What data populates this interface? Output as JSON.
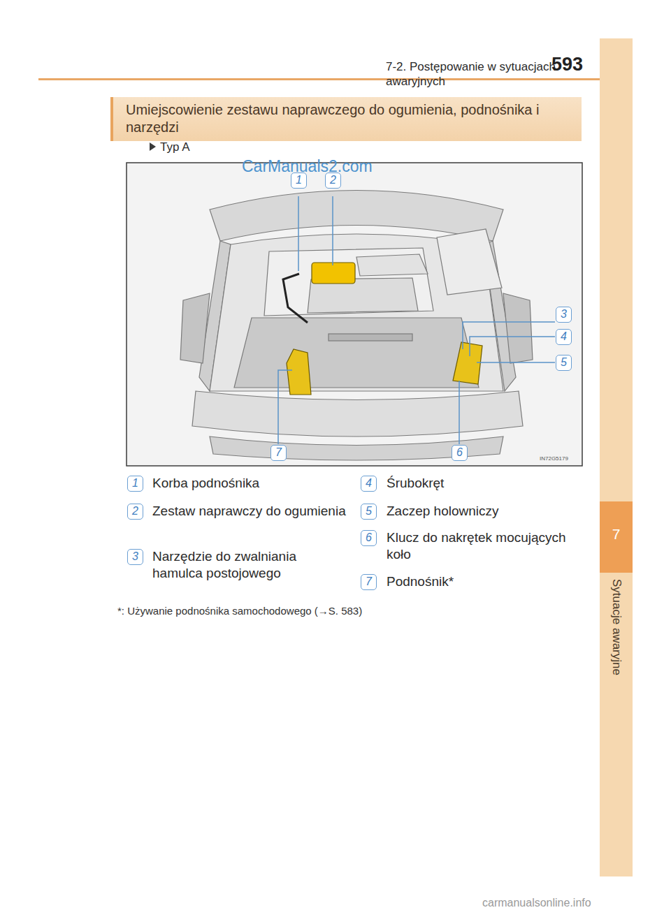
{
  "diagram": {
    "title": "Umiejscowienie zestawu naprawczego do ogumienia, podnośnika i narzędzi",
    "labels": [
      "7-2. Postępowanie w sytuacjach awaryjnych",
      "593",
      "7",
      "Sytuacje awaryjne",
      "Typ A",
      "CarManuals2.com",
      "1",
      "2",
      "3",
      "4",
      "5",
      "6",
      "7",
      "IN72G5179",
      "1",
      "Korba podnośnika",
      "2",
      "Zestaw naprawczy do ogumienia",
      "3",
      "Narzędzie do zwalniania hamulca postojowego",
      "4",
      "Śrubokręt",
      "5",
      "Zaczep holowniczy",
      "6",
      "Klucz do nakrętek mocujących koło",
      "7",
      "Podnośnik*",
      "*: Używanie podnośnika samochodowego (→S. 583)",
      "carmanualsonline.info"
    ]
  }
}
